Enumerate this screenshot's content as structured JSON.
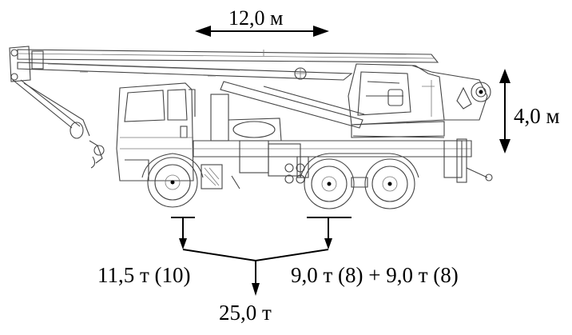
{
  "dimensions": {
    "boom_length": "12,0 м",
    "height": "4,0 м"
  },
  "axle_loads": {
    "front": "11,5 т (10)",
    "rear": "9,0 т (8) + 9,0 т (8)",
    "total": "25,0 т"
  },
  "colors": {
    "line": "#444444",
    "arrow": "#000000",
    "background": "#ffffff"
  }
}
